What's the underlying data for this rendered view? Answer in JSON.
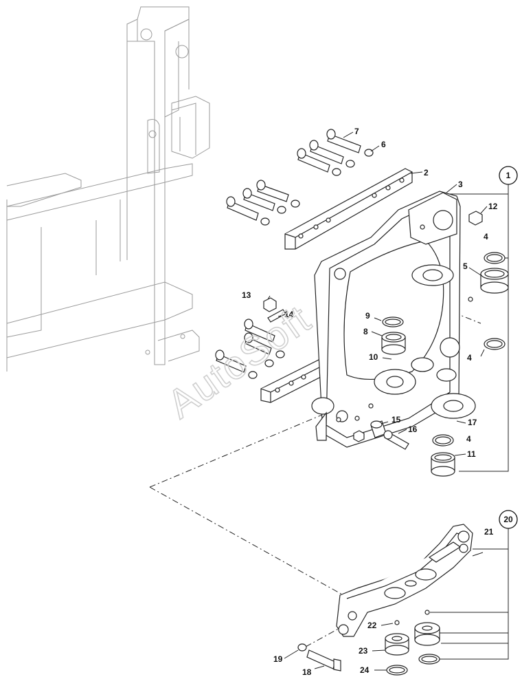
{
  "watermark": "AutoSoft",
  "groups": [
    {
      "id": "group-1",
      "label": "1"
    },
    {
      "id": "group-20",
      "label": "20"
    }
  ],
  "parts": [
    {
      "id": "p2",
      "label": "2"
    },
    {
      "id": "p3",
      "label": "3"
    },
    {
      "id": "p4a",
      "label": "4"
    },
    {
      "id": "p4b",
      "label": "4"
    },
    {
      "id": "p4c",
      "label": "4"
    },
    {
      "id": "p5",
      "label": "5"
    },
    {
      "id": "p6",
      "label": "6"
    },
    {
      "id": "p7",
      "label": "7"
    },
    {
      "id": "p8",
      "label": "8"
    },
    {
      "id": "p9",
      "label": "9"
    },
    {
      "id": "p10",
      "label": "10"
    },
    {
      "id": "p11",
      "label": "11"
    },
    {
      "id": "p12",
      "label": "12"
    },
    {
      "id": "p13",
      "label": "13"
    },
    {
      "id": "p14",
      "label": "14"
    },
    {
      "id": "p15",
      "label": "15"
    },
    {
      "id": "p16",
      "label": "16"
    },
    {
      "id": "p17",
      "label": "17"
    },
    {
      "id": "p18",
      "label": "18"
    },
    {
      "id": "p19",
      "label": "19"
    },
    {
      "id": "p21",
      "label": "21"
    },
    {
      "id": "p22",
      "label": "22"
    },
    {
      "id": "p23",
      "label": "23"
    },
    {
      "id": "p24",
      "label": "24"
    }
  ]
}
